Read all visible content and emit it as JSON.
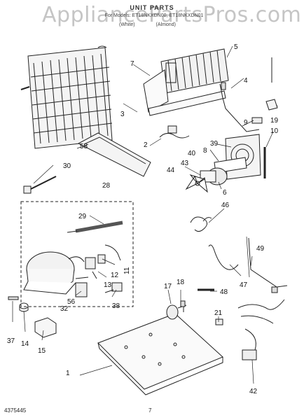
{
  "header": {
    "watermark": "AppliancePartsPros.com",
    "title": "UNIT PARTS",
    "subtitle": "For Models: ET18NKXDN00, ET18NKXDN01",
    "variant_white": "(White)",
    "variant_almond": "(Almond)"
  },
  "footer": {
    "part_number": "4375445",
    "page_number": "7"
  },
  "callouts": {
    "c1": "1",
    "c2": "2",
    "c3": "3",
    "c4": "4",
    "c5": "5",
    "c6": "6",
    "c7": "7",
    "c8": "8",
    "c9": "9",
    "c10": "10",
    "c11": "11",
    "c12": "12",
    "c13": "13",
    "c14": "14",
    "c15": "15",
    "c17": "17",
    "c18": "18",
    "c19": "19",
    "c21": "21",
    "c28": "28",
    "c29": "29",
    "c30": "30",
    "c32": "32",
    "c37": "37",
    "c38": "38",
    "c39": "39",
    "c40": "40",
    "c42": "42",
    "c43": "43",
    "c44": "44",
    "c46": "46",
    "c47": "47",
    "c48": "48",
    "c49": "49",
    "c56": "56",
    "c58": "58"
  }
}
